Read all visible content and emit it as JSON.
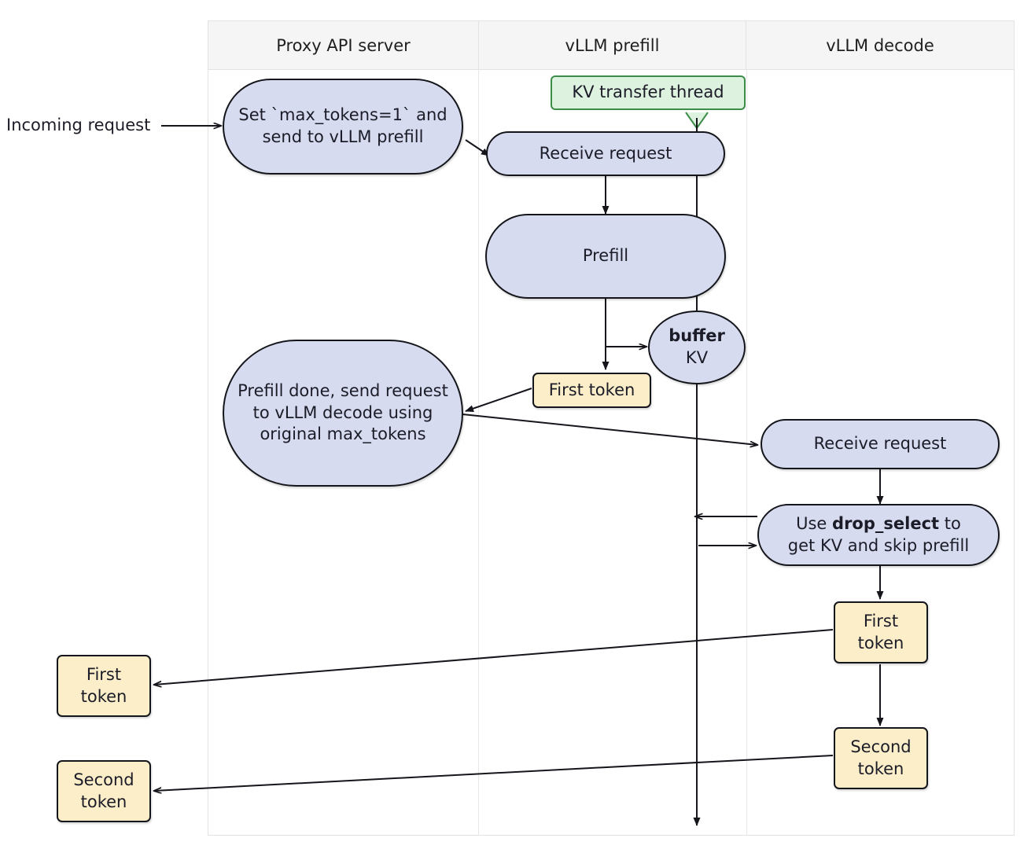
{
  "diagram": {
    "title_bar_absent": true,
    "lanes": [
      {
        "id": "proxy",
        "label": "Proxy API server"
      },
      {
        "id": "prefill",
        "label": "vLLM prefill"
      },
      {
        "id": "decode",
        "label": "vLLM decode"
      }
    ],
    "external_labels": [
      {
        "id": "incoming",
        "text": "Incoming request"
      }
    ],
    "nodes": {
      "set_max_tokens": {
        "text": "Set `max_tokens=1` and send to vLLM prefill",
        "lane": "proxy",
        "shape": "stadium",
        "fill": "#d6dbef"
      },
      "kv_transfer": {
        "text": "KV transfer thread",
        "lane": "prefill",
        "shape": "note-green",
        "fill": "#ddf2df"
      },
      "receive_prefill": {
        "text": "Receive request",
        "lane": "prefill",
        "shape": "stadium",
        "fill": "#d6dbef"
      },
      "prefill": {
        "text": "Prefill",
        "lane": "prefill",
        "shape": "stadium",
        "fill": "#d6dbef"
      },
      "buffer_kv_a": {
        "text": "buffer",
        "lane": "prefill",
        "shape": "ellipse",
        "fill": "#d6dbef"
      },
      "buffer_kv_b": {
        "text": "KV",
        "lane": "prefill",
        "shape": "ellipse",
        "fill": "#d6dbef"
      },
      "first_token_prefill": {
        "text": "First token",
        "lane": "prefill",
        "shape": "note",
        "fill": "#fbeec9"
      },
      "prefill_done": {
        "text": "Prefill done, send request to vLLM decode using original max_tokens",
        "lane": "proxy",
        "shape": "stadium",
        "fill": "#d6dbef"
      },
      "receive_decode": {
        "text": "Receive request",
        "lane": "decode",
        "shape": "stadium",
        "fill": "#d6dbef"
      },
      "drop_select_a": {
        "text": "Use ",
        "lane": "decode",
        "shape": "stadium",
        "fill": "#d6dbef"
      },
      "drop_select_b": {
        "text": "drop_select",
        "lane": "decode",
        "shape": "stadium",
        "fill": "#d6dbef"
      },
      "drop_select_c": {
        "text": " to",
        "lane": "decode",
        "shape": "stadium",
        "fill": "#d6dbef"
      },
      "drop_select_d": {
        "text": "get KV and skip prefill",
        "lane": "decode",
        "shape": "stadium",
        "fill": "#d6dbef"
      },
      "first_token_decode_a": {
        "text": "First",
        "lane": "decode",
        "shape": "note",
        "fill": "#fbeec9"
      },
      "first_token_decode_b": {
        "text": "token",
        "lane": "decode",
        "shape": "note",
        "fill": "#fbeec9"
      },
      "second_token_decode_a": {
        "text": "Second",
        "lane": "decode",
        "shape": "note",
        "fill": "#fbeec9"
      },
      "second_token_decode_b": {
        "text": "token",
        "lane": "decode",
        "shape": "note",
        "fill": "#fbeec9"
      },
      "first_token_out_a": {
        "text": "First",
        "lane": "external",
        "shape": "note",
        "fill": "#fbeec9"
      },
      "first_token_out_b": {
        "text": "token",
        "lane": "external",
        "shape": "note",
        "fill": "#fbeec9"
      },
      "second_token_out_a": {
        "text": "Second",
        "lane": "external",
        "shape": "note",
        "fill": "#fbeec9"
      },
      "second_token_out_b": {
        "text": "token",
        "lane": "external",
        "shape": "note",
        "fill": "#fbeec9"
      }
    },
    "colors": {
      "node_blue": "#d6dbef",
      "node_yellow": "#fbeec9",
      "node_green": "#ddf2df",
      "node_green_border": "#3c8c4a",
      "stroke": "#15161c",
      "lane_header_bg": "#f5f5f5",
      "lane_border": "#e3e3e3",
      "background": "#ffffff"
    }
  }
}
